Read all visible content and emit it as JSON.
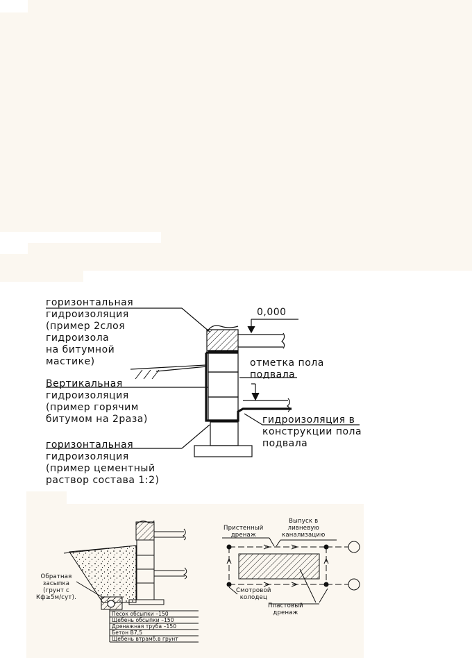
{
  "detail1": {
    "label_horiz_top": [
      "горизонтальная",
      "гидроизоляция",
      "(пример 2слоя",
      "гидроизола",
      "на битумной",
      "мастике)"
    ],
    "label_vertical": [
      "Вертикальная",
      "гидроизоляция",
      "(пример горячим",
      "битумом на 2раза)"
    ],
    "label_horiz_bottom": [
      "горизонтальная",
      "гидроизоляция",
      "(пример цементный",
      "раствор состава 1:2)"
    ],
    "level": "0,000",
    "label_floor": [
      "отметка пола",
      "подвала"
    ],
    "label_floor_waterproof": [
      "гидроизоляция в",
      "конструкции пола",
      "подвала"
    ]
  },
  "detail2": {
    "backfill": [
      "Обратная",
      "засыпка",
      "(грунт с",
      "Кф≥5м/сут)."
    ],
    "layers": [
      "Песок обсыпки –150",
      "Щебень обсыпки –150",
      "Дренажная труба –150",
      "Бетон В7,5",
      "Щебень втрамб.в грунт"
    ]
  },
  "detail3": {
    "wall_drain": [
      "Пристенный",
      "дренаж"
    ],
    "outlet": [
      "Выпуск в",
      "ливневую",
      "канализацию"
    ],
    "manhole": [
      "Смотровой",
      "колодец"
    ],
    "layer_drain": [
      "Пластовый",
      "дренаж"
    ]
  }
}
